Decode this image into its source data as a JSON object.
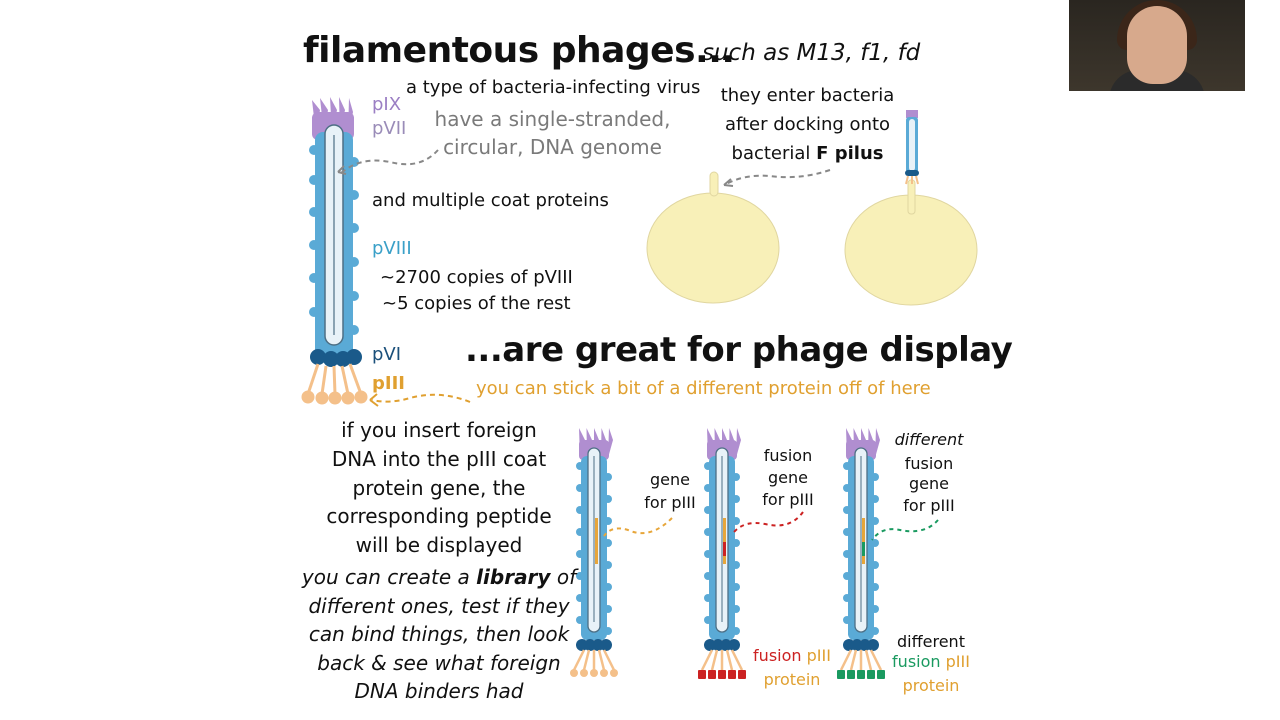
{
  "title": "filamentous phages...",
  "subtitle": "such as M13, f1, fd",
  "virus_type": "a type of bacteria-infecting virus",
  "genome": [
    "have a single-stranded,",
    "circular, DNA genome"
  ],
  "coat": "and multiple coat proteins",
  "enter": [
    "they enter bacteria",
    "after docking onto"
  ],
  "enter_prefix": "bacterial ",
  "enter_bold": "F pilus",
  "proteins": {
    "pIX": "pIX",
    "pVII": "pVII",
    "pVIII": "pVIII",
    "pVI": "pVI",
    "pIII": "pIII"
  },
  "copies": [
    "~2700 copies of pVIII",
    "~5 copies of the rest"
  ],
  "display_title": "...are great for phage display",
  "stick": "you can stick a bit of a different protein off of here",
  "insert": [
    "if you insert foreign",
    "DNA into the pIII coat",
    "protein gene, the",
    "corresponding peptide",
    "will be displayed"
  ],
  "library": {
    "pre": "you can create a ",
    "bold": "library",
    "post": " of",
    "lines": [
      "different ones, test if they",
      "can bind things, then look",
      "back & see what foreign",
      "DNA binders had"
    ]
  },
  "gene_label": [
    "gene",
    "for pIII"
  ],
  "fusion_label": [
    "fusion",
    "gene",
    "for pIII"
  ],
  "different_label": {
    "top": "different",
    "lines": [
      "fusion",
      "gene",
      "for pIII"
    ]
  },
  "fusion_protein": {
    "l1_word1": "fusion",
    "l1_word2": "pIII",
    "l2": "protein"
  },
  "different_protein": {
    "l0": "different",
    "l1_word1": "fusion",
    "l1_word2": "pIII",
    "l2": "protein"
  },
  "colors": {
    "coat_blue": "#5aaad6",
    "inner_blue": "#e8f2f8",
    "navy": "#1a5a8a",
    "purple": "#b08ed0",
    "tail_orange": "#f4c08a",
    "gene_orange": "#e7a63a",
    "red": "#cc2222",
    "green": "#1a9a60",
    "cell_yellow": "#f8f0b8"
  }
}
